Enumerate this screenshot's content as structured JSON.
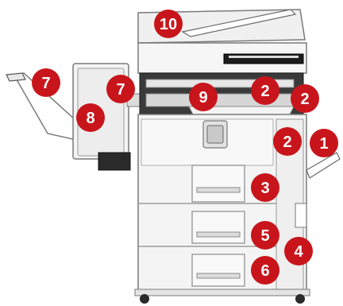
{
  "callouts": {
    "c1": "1",
    "c2a": "2",
    "c2b": "2",
    "c2c": "2",
    "c3": "3",
    "c4": "4",
    "c5": "5",
    "c6": "6",
    "c7a": "7",
    "c7b": "7",
    "c8": "8",
    "c9": "9",
    "c10": "10"
  },
  "colors": {
    "callout_fill": "#c8151b",
    "callout_text": "#ffffff",
    "body_fill": "#f4f4f4",
    "outline": "#7a7a7a",
    "dark_trim": "#2a2a2a"
  }
}
